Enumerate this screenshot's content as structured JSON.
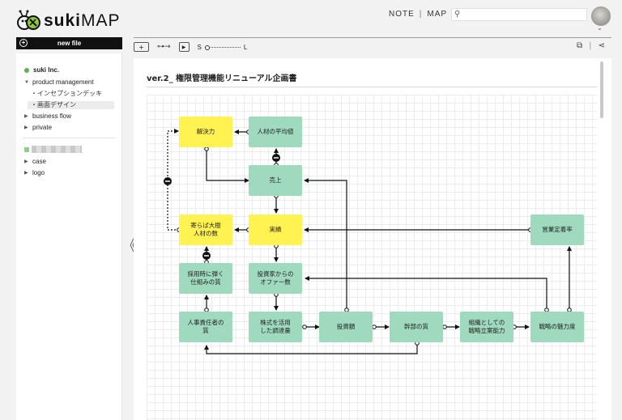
{
  "app": {
    "logo_text_bold": "suki",
    "logo_text_rest": "MAP",
    "nav": [
      "NOTE",
      "MAP"
    ],
    "nav_separator": "|",
    "search_placeholder": ""
  },
  "sidebar": {
    "new_file_label": "new file",
    "org_name": "suki Inc.",
    "items": [
      {
        "label": "product management",
        "children": [
          "・インセプションデッキ",
          "・画面デザイン"
        ]
      },
      {
        "label": "business flow"
      },
      {
        "label": "private"
      }
    ],
    "items2": [
      {
        "label": "case"
      },
      {
        "label": "logo"
      }
    ]
  },
  "toolbar": {
    "zoom_small": "S",
    "zoom_large": "L"
  },
  "document": {
    "title": "ver.2_ 権限管理機能リニューアル企画書"
  },
  "nodes": {
    "kaiketsu": "解決力",
    "heikin": "人材の平均値",
    "uriage": "売上",
    "yoraba": "寄らば大樹\n人材の数",
    "jisseki": "実績",
    "eigyo": "営業定着率",
    "saiyo": "採用時に弾く\n仕組みの質",
    "offer": "投資家からの\nオファー数",
    "jinji": "人事責任者の\n質",
    "kabushiki": "株式を活用\nした調達量",
    "toushi": "投資額",
    "kanbu": "幹部の質",
    "soshiki": "組織としての\n戦略立案能力",
    "senryaku": "戦略の魅力度"
  },
  "colors": {
    "node_green": "#9fd9be",
    "node_yellow": "#fff251",
    "new_file_bg": "#111111"
  }
}
